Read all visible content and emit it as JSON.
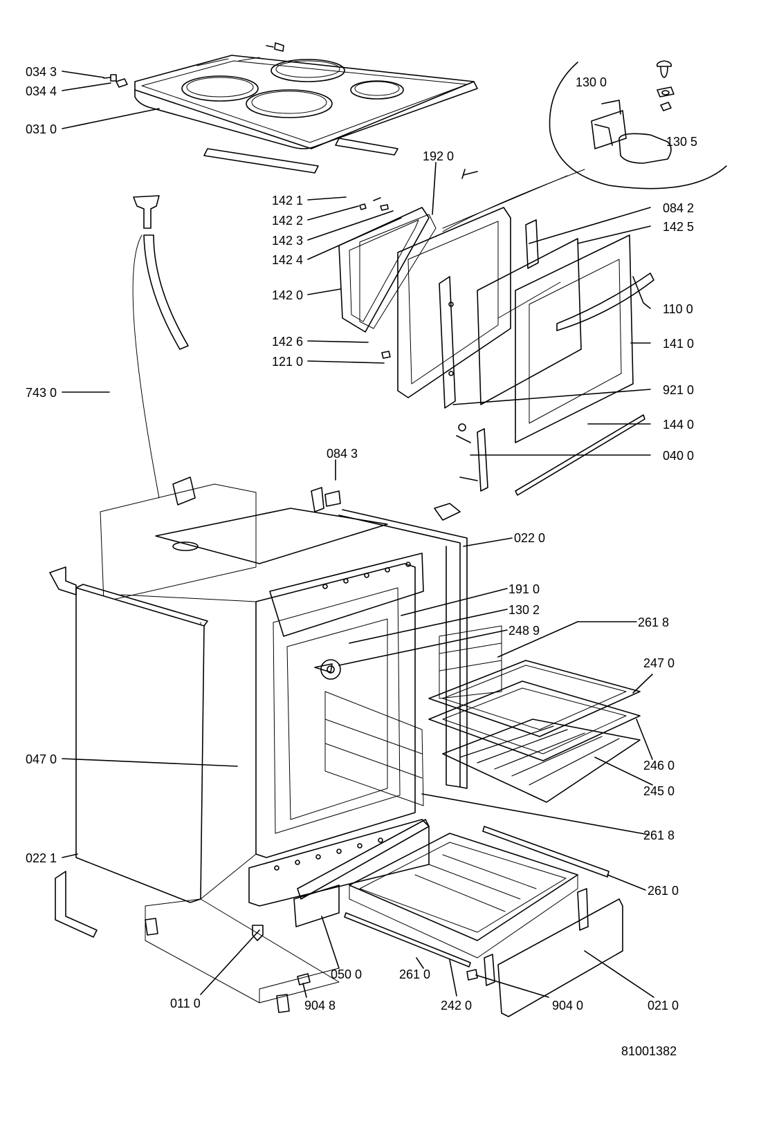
{
  "labels": {
    "l0343": "034 3",
    "l0344": "034 4",
    "l0310": "031 0",
    "l1300": "130 0",
    "l1305": "130 5",
    "l1920": "192 0",
    "l1421": "142 1",
    "l1422": "142 2",
    "l1423": "142 3",
    "l1424": "142 4",
    "l1420": "142 0",
    "l1426": "142 6",
    "l1210": "121 0",
    "l0842": "084 2",
    "l1425": "142 5",
    "l1100": "110 0",
    "l1410": "141 0",
    "l9210": "921 0",
    "l1440": "144 0",
    "l0400": "040 0",
    "l7430": "743 0",
    "l0843": "084 3",
    "l0220": "022 0",
    "l1910": "191 0",
    "l1302": "130 2",
    "l2489": "248 9",
    "l2618a": "261 8",
    "l2470": "247 0",
    "l0470": "047 0",
    "l2460": "246 0",
    "l2450": "245 0",
    "l2618b": "261  8",
    "l0221": "022 1",
    "l2610a": "261 0",
    "l0110": "011 0",
    "l0500": "050 0",
    "l2610b": "261 0",
    "l9048": "904 8",
    "l2420": "242 0",
    "l9040": "904 0",
    "l0210": "021 0"
  },
  "drawing_number": "81001382"
}
